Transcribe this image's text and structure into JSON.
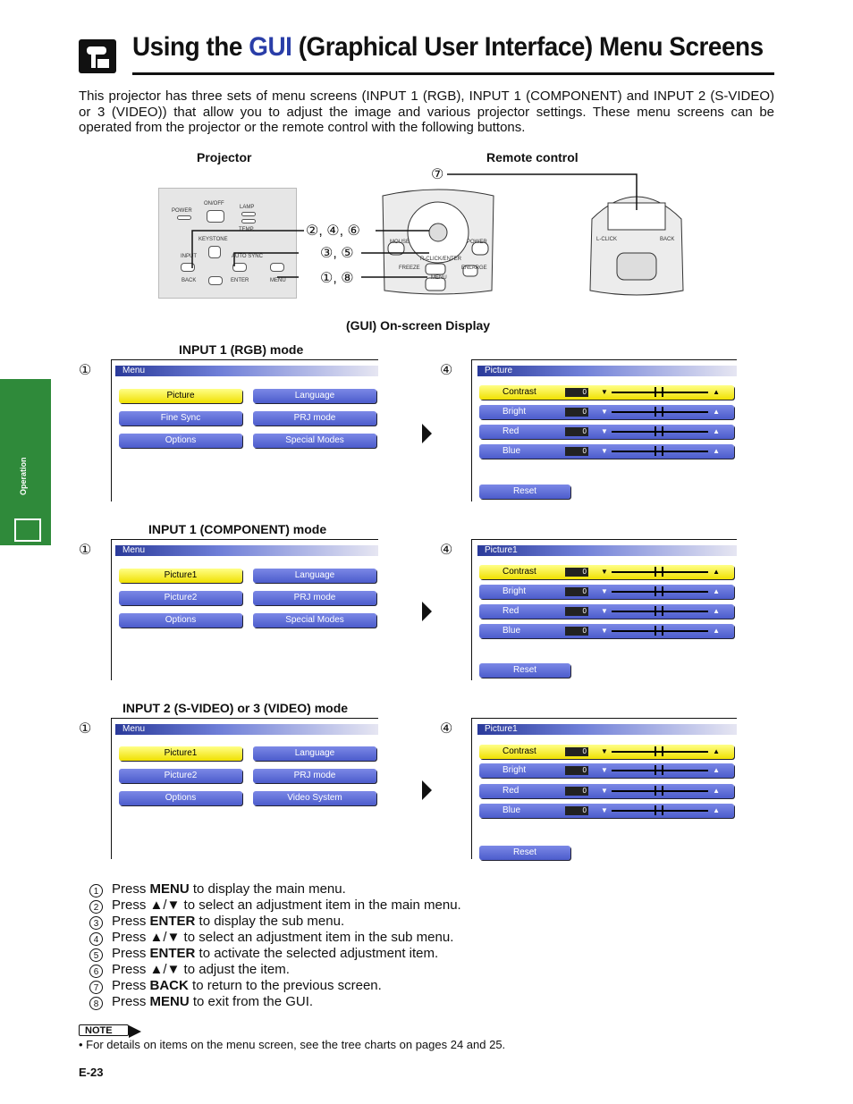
{
  "header": {
    "title_pre": "Using the ",
    "title_gui": "GUI",
    "title_post": " (Graphical User Interface) Menu Screens",
    "accent_color": "#2a3ea8"
  },
  "intro": "This projector has three sets of menu screens (INPUT 1 (RGB), INPUT 1 (COMPONENT) and INPUT 2 (S-VIDEO) or 3 (VIDEO)) that allow you to adjust the image and various projector settings. These menu screens can be operated from the projector or the remote control with the following buttons.",
  "side_tab": {
    "text": "Operation",
    "color": "#2f8a3a"
  },
  "figure": {
    "projector_label": "Projector",
    "remote_label": "Remote control",
    "projector_panel": {
      "power": "POWER",
      "onoff": "ON/OFF",
      "lamp": "LAMP",
      "temp": "TEMP.",
      "keystone": "KEYSTONE",
      "input": "INPUT",
      "autosync": "AUTO SYNC",
      "back": "BACK",
      "enter": "ENTER",
      "menu": "MENU"
    },
    "remote_panel": {
      "mouse": "MOUSE",
      "power": "POWER",
      "rclick": "R-CLICK/ENTER",
      "freeze": "FREEZE",
      "enlarge": "ENLARGE",
      "menu": "MENU",
      "lclick": "L-CLICK",
      "back": "BACK"
    },
    "callouts": {
      "c7": "⑦",
      "c246": "②, ④, ⑥",
      "c35": "③, ⑤",
      "c18": "①, ⑧"
    },
    "osd_label": "(GUI) On-screen Display"
  },
  "modes": [
    {
      "label": "INPUT 1 (RGB) mode",
      "step_left": "①",
      "step_right": "④",
      "menu_title": "Menu",
      "buttons": [
        "Picture",
        "Language",
        "Fine Sync",
        "PRJ mode",
        "Options",
        "Special Modes"
      ],
      "sub_title": "Picture",
      "rows": [
        {
          "name": "Contrast",
          "value": "0"
        },
        {
          "name": "Bright",
          "value": "0"
        },
        {
          "name": "Red",
          "value": "0"
        },
        {
          "name": "Blue",
          "value": "0"
        }
      ],
      "reset": "Reset"
    },
    {
      "label": "INPUT 1 (COMPONENT) mode",
      "step_left": "①",
      "step_right": "④",
      "menu_title": "Menu",
      "buttons": [
        "Picture1",
        "Language",
        "Picture2",
        "PRJ mode",
        "Options",
        "Special Modes"
      ],
      "sub_title": "Picture1",
      "rows": [
        {
          "name": "Contrast",
          "value": "0"
        },
        {
          "name": "Bright",
          "value": "0"
        },
        {
          "name": "Red",
          "value": "0"
        },
        {
          "name": "Blue",
          "value": "0"
        }
      ],
      "reset": "Reset"
    },
    {
      "label": "INPUT 2 (S-VIDEO) or 3 (VIDEO) mode",
      "step_left": "①",
      "step_right": "④",
      "menu_title": "Menu",
      "buttons": [
        "Picture1",
        "Language",
        "Picture2",
        "PRJ mode",
        "Options",
        "Video System"
      ],
      "sub_title": "Picture1",
      "rows": [
        {
          "name": "Contrast",
          "value": "0"
        },
        {
          "name": "Bright",
          "value": "0"
        },
        {
          "name": "Red",
          "value": "0"
        },
        {
          "name": "Blue",
          "value": "0"
        }
      ],
      "reset": "Reset"
    }
  ],
  "steps": [
    {
      "n": "1",
      "pre": "Press ",
      "key": "MENU",
      "post": " to display the main menu."
    },
    {
      "n": "2",
      "pre": "Press ",
      "key": "",
      "post": "▲/▼ to select an adjustment item in the main menu."
    },
    {
      "n": "3",
      "pre": "Press ",
      "key": "ENTER",
      "post": " to display the sub menu."
    },
    {
      "n": "4",
      "pre": "Press ",
      "key": "",
      "post": "▲/▼ to select an adjustment item in the sub menu."
    },
    {
      "n": "5",
      "pre": "Press ",
      "key": "ENTER",
      "post": " to activate the selected adjustment item."
    },
    {
      "n": "6",
      "pre": "Press ",
      "key": "",
      "post": "▲/▼ to adjust the item."
    },
    {
      "n": "7",
      "pre": "Press ",
      "key": "BACK",
      "post": " to return to the previous screen."
    },
    {
      "n": "8",
      "pre": "Press ",
      "key": "MENU",
      "post": " to exit from the GUI."
    }
  ],
  "note": {
    "badge": "NOTE",
    "text": "• For details on items on the menu screen, see the tree charts on pages 24 and 25."
  },
  "page_number": "E-23"
}
